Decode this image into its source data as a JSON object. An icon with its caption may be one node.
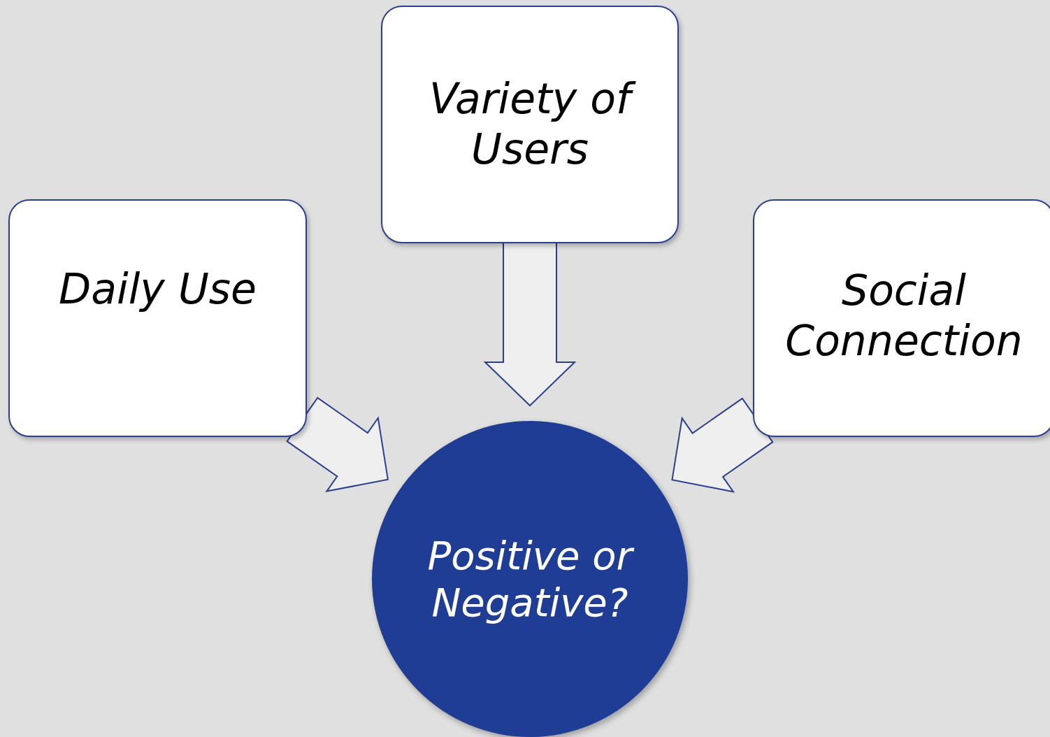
{
  "diagram": {
    "nodes": [
      {
        "text": [
          "Variety of Users"
        ]
      },
      {
        "text": [
          "Daily Use"
        ]
      },
      {
        "text": [
          "Social Connection"
        ]
      },
      {
        "text": [
          "Positive or Negative?"
        ]
      }
    ],
    "edges": [
      {
        "from": 0,
        "to": 3,
        "arrow": "to"
      },
      {
        "from": 1,
        "to": 3,
        "arrow": "to"
      },
      {
        "from": 2,
        "to": 3,
        "arrow": "to"
      }
    ]
  }
}
